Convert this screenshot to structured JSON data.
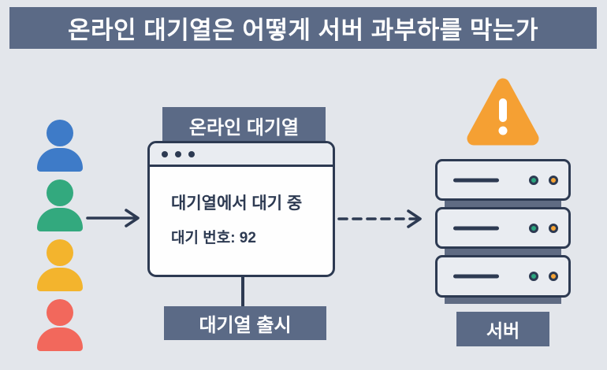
{
  "title": "온라인 대기열은 어떻게 서버 과부하를 막는가",
  "labels": {
    "queue_badge": "온라인 대기열",
    "release_badge": "대기열 출시",
    "server_badge": "서버"
  },
  "browser_window": {
    "status_line": "대기열에서 대기 중",
    "queue_number_line": "대기 번호: 92",
    "window_dots": 3
  },
  "users": [
    {
      "name": "user-blue",
      "color": "#3e7bc8"
    },
    {
      "name": "user-green",
      "color": "#33a97e"
    },
    {
      "name": "user-yellow",
      "color": "#f3b42d"
    },
    {
      "name": "user-red",
      "color": "#f2685c"
    }
  ],
  "servers": {
    "unit_count": 3,
    "led_colors": [
      "#2aa57e",
      "#f5a436"
    ]
  },
  "icons": {
    "warning": "warning-triangle-icon",
    "solid_arrow": "arrow-right-icon",
    "dashed_arrow": "dashed-arrow-right-icon"
  },
  "colors": {
    "background": "#e3e6eb",
    "banner": "#5b6a86",
    "outline": "#2d3a52",
    "warning_orange": "#f5a033",
    "window_body": "#fefefe",
    "panel_fill": "#e9ecf1"
  }
}
